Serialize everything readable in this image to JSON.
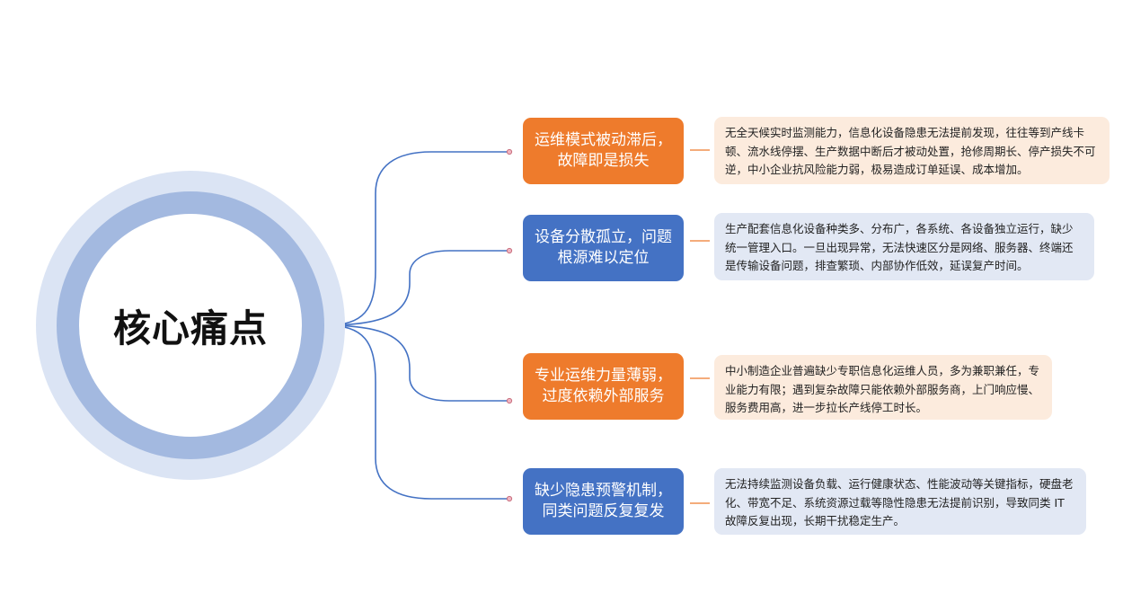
{
  "center": {
    "title": "核心痛点"
  },
  "colors": {
    "orange": "#ee7b2c",
    "blue": "#4472c4",
    "peach": "#fcebdd",
    "light_blue": "#e2e8f4",
    "connector": "#4472c4",
    "leader": "#ee7b2c"
  },
  "branches": [
    {
      "title": "运维模式被动滞后，故障即是损失",
      "color": "orange",
      "description": "无全天候实时监测能力，信息化设备隐患无法提前发现，往往等到产线卡顿、流水线停摆、生产数据中断后才被动处置，抢修周期长、停产损失不可逆，中小企业抗风险能力弱，极易造成订单延误、成本增加。"
    },
    {
      "title": "设备分散孤立，问题根源难以定位",
      "color": "blue",
      "description": "生产配套信息化设备种类多、分布广，各系统、各设备独立运行，缺少统一管理入口。一旦出现异常，无法快速区分是网络、服务器、终端还是传输设备问题，排查繁琐、内部协作低效，延误复产时间。"
    },
    {
      "title": "专业运维力量薄弱，过度依赖外部服务",
      "color": "orange",
      "description": "中小制造企业普遍缺少专职信息化运维人员，多为兼职兼任，专业能力有限；遇到复杂故障只能依赖外部服务商，上门响应慢、服务费用高，进一步拉长产线停工时长。"
    },
    {
      "title": "缺少隐患预警机制，同类问题反复复发",
      "color": "blue",
      "description": "无法持续监测设备负载、运行健康状态、性能波动等关键指标，硬盘老化、带宽不足、系统资源过载等隐性隐患无法提前识别，导致同类 IT 故障反复出现，长期干扰稳定生产。"
    }
  ]
}
